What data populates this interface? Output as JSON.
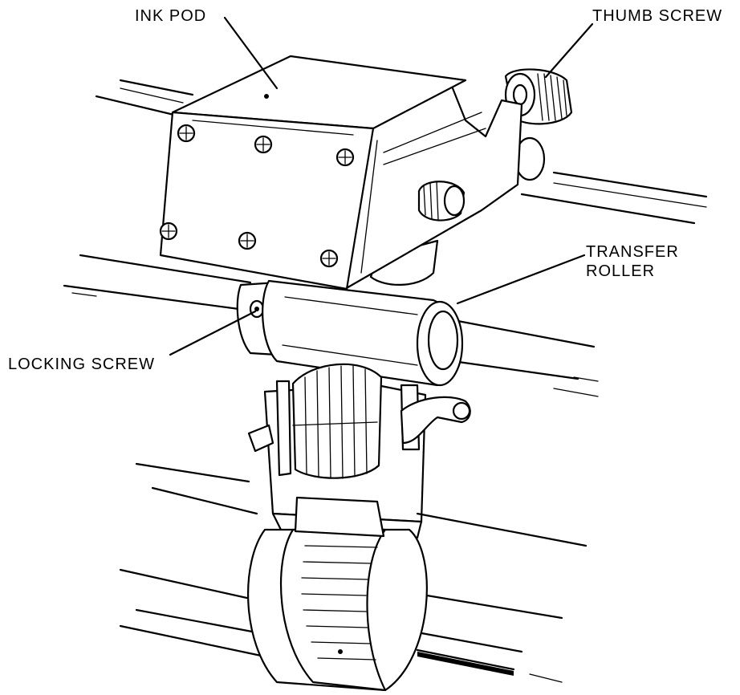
{
  "labels": {
    "ink_pod": "INK POD",
    "thumb_screw": "THUMB SCREW",
    "transfer_roller_line1": "TRANSFER",
    "transfer_roller_line2": "ROLLER",
    "locking_screw": "LOCKING SCREW"
  },
  "colors": {
    "ink": "#000000",
    "paper": "#ffffff"
  }
}
